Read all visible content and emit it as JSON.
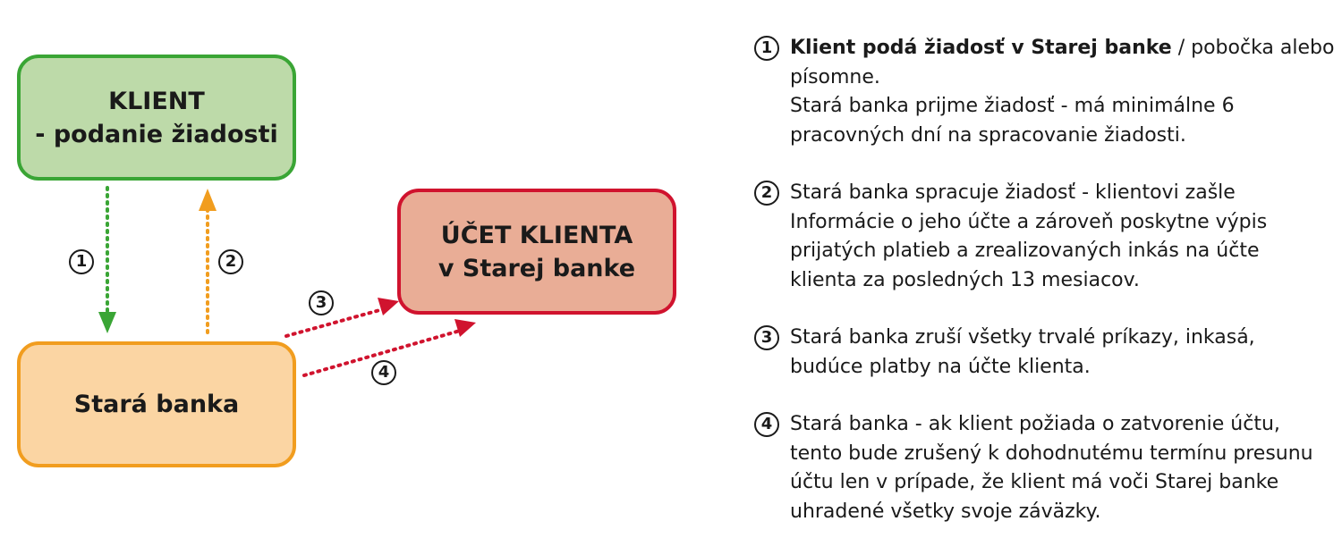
{
  "boxes": {
    "klient": {
      "line1": "KLIENT",
      "line2": "- podanie žiadosti"
    },
    "ucet": {
      "line1": "ÚČET KLIENTA",
      "line2": "v Starej banke"
    },
    "stara": {
      "line1": "Stará banka"
    }
  },
  "arrow_labels": {
    "a1": "1",
    "a2": "2",
    "a3": "3",
    "a4": "4"
  },
  "colors": {
    "green": "#3aa535",
    "orange": "#f19d1f",
    "red": "#d0132e",
    "klient_fill": "#bddaa9",
    "ucet_fill": "#e9ad96",
    "stara_fill": "#fbd5a3"
  },
  "steps": [
    {
      "num": "1",
      "bold": "Klient podá žiadosť v Starej banke",
      "rest": " / pobočka alebo písomne.",
      "extra": "Stará banka prijme žiadosť - má minimálne 6 pracovných dní na spracovanie žiadosti."
    },
    {
      "num": "2",
      "text": "Stará banka spracuje žiadosť - klientovi zašle Informácie o jeho účte a zároveň poskytne výpis prijatých platieb a zrealizovaných inkás na účte klienta za posledných 13 mesiacov."
    },
    {
      "num": "3",
      "text": "Stará banka zruší všetky trvalé príkazy, inkasá, budúce platby na účte klienta."
    },
    {
      "num": "4",
      "text": "Stará banka - ak klient požiada o zatvorenie účtu, tento bude zrušený k dohodnutému termínu presunu účtu len v prípade, že klient má voči Starej banke uhradené všetky svoje záväzky."
    }
  ]
}
